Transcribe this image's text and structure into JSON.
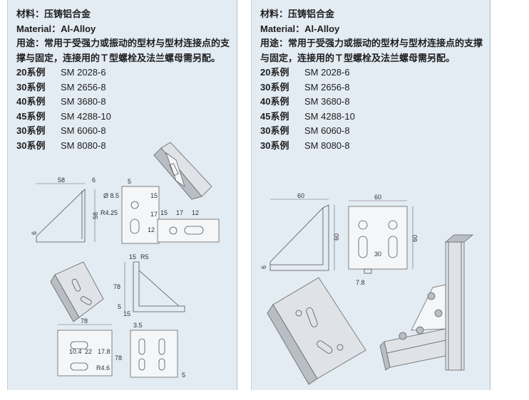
{
  "panels": [
    {
      "material_line": "材料：压铸铝合金",
      "material_en": "Material：Al-Alloy",
      "usage": "用途：常用于受强力或振动的型材与型材连接点的支撑与固定，连接用的Ｔ型螺栓及法兰螺母需另配。",
      "models": [
        {
          "series": "20系例",
          "code": "SM 2028-6"
        },
        {
          "series": "30系例",
          "code": "SM 2656-8"
        },
        {
          "series": "40系例",
          "code": "SM 3680-8"
        },
        {
          "series": "45系例",
          "code": "SM 4288-10"
        },
        {
          "series": "30系例",
          "code": "SM 6060-8"
        },
        {
          "series": "30系例",
          "code": "SM 8080-8"
        }
      ],
      "dims": {
        "d58": "58",
        "d6": "6",
        "d5a": "5",
        "dphi": "Ø 8.5",
        "d15v": "15",
        "d17v": "17",
        "d15h": "15",
        "d17h": "17",
        "d12h": "12",
        "d12v": "12",
        "dr425": "R4.25",
        "d58v": "58",
        "d6v": "6",
        "d15b": "15",
        "dr5": "R5",
        "d78v": "78",
        "d5b": "5",
        "d15c": "15",
        "d78h": "78",
        "d35": "3.5",
        "d104": "10.4",
        "d22": "22",
        "d178": "17.8",
        "dr46": "R4.6",
        "d78r": "78",
        "d5c": "5"
      }
    },
    {
      "material_line": "材料：压铸铝合金",
      "material_en": "Material：Al-Alloy",
      "usage": "用途：常用于受强力或振动的型材与型材连接点的支撑与固定，连接用的Ｔ型螺栓及法兰螺母需另配。",
      "models": [
        {
          "series": "20系例",
          "code": "SM 2028-6"
        },
        {
          "series": "30系例",
          "code": "SM 2656-8"
        },
        {
          "series": "40系例",
          "code": "SM 3680-8"
        },
        {
          "series": "45系例",
          "code": "SM 4288-10"
        },
        {
          "series": "30系例",
          "code": "SM 6060-8"
        },
        {
          "series": "30系例",
          "code": "SM 8080-8"
        }
      ],
      "dims": {
        "d60a": "60",
        "d60b": "60",
        "d60v": "60",
        "d60r": "60",
        "d30": "30",
        "d78": "7.8",
        "d6": "6"
      }
    }
  ]
}
